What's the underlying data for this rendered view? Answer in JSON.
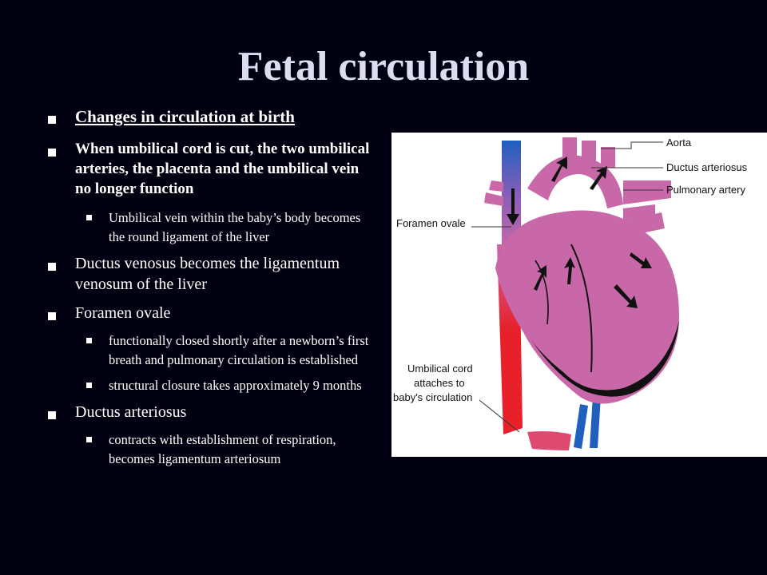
{
  "slide": {
    "title": "Fetal circulation",
    "heading": "Changes in circulation at birth",
    "bullets": {
      "cord_cut": "When umbilical cord is cut, the two umbilical arteries, the placenta and the umbilical vein no longer function",
      "umbilical_vein": "Umbilical vein within the baby’s body becomes the round ligament of the liver",
      "ductus_venosus": "Ductus venosus becomes the ligamentum venosum of the liver",
      "foramen_ovale": "Foramen ovale",
      "fo_functional": "functionally closed shortly after a newborn’s first breath and pulmonary circulation is established",
      "fo_structural": "structural closure takes approximately 9 months",
      "ductus_arteriosus": "Ductus arteriosus",
      "da_contracts": "contracts with establishment of respiration, becomes ligamentum arteriosum"
    }
  },
  "diagram": {
    "labels": {
      "aorta": "Aorta",
      "ductus_arteriosus": "Ductus arteriosus",
      "pulmonary_artery": "Pulmonary artery",
      "foramen_ovale": "Foramen ovale",
      "umbilical_line1": "Umbilical cord",
      "umbilical_line2": "attaches to",
      "umbilical_line3": "baby's circulation"
    },
    "colors": {
      "oxygenated": "#e8202a",
      "deoxygenated": "#1f5fbf",
      "heart": "#c968a8",
      "heart_shadow": "#111111"
    }
  }
}
